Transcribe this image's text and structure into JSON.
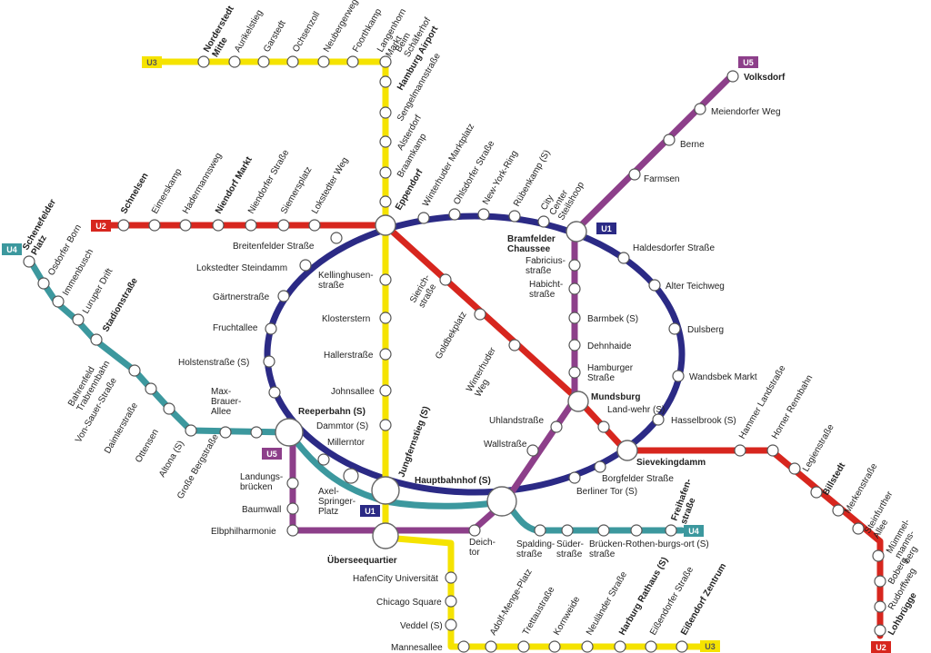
{
  "map": {
    "lines": [
      {
        "id": "U1",
        "color": "#2b2a85",
        "badge_text": "#ffffff"
      },
      {
        "id": "U2",
        "color": "#d7261e",
        "badge_text": "#ffffff"
      },
      {
        "id": "U3",
        "color": "#f5e300",
        "badge_text": "#555555"
      },
      {
        "id": "U4",
        "color": "#3c989e",
        "badge_text": "#ffffff"
      },
      {
        "id": "U5",
        "color": "#8d3f8a",
        "badge_text": "#ffffff"
      }
    ],
    "stations": {
      "norderstedt_mitte": "Norderstedt Mitte",
      "aurikelstieg": "Aurikelstieg",
      "garstedt": "Garstedt",
      "ochsenzoll": "Ochsenzoll",
      "neubergerweg": "Neubergerweg",
      "foorthkamp": "Foorthkamp",
      "langenhorn_markt": "Langenhorn Markt",
      "beim_schaeferhof": "Beim Schäferhof",
      "hamburg_airport": "Hamburg Airport",
      "sengelmannstrasse": "Sengelmannstraße",
      "alsterdorf": "Alsterdorf",
      "braamkamp": "Braamkamp",
      "eppendorf": "Eppendorf",
      "schnelsen": "Schnelsen",
      "eimerskamp": "Eimerskamp",
      "hadermannsweg": "Hadermannsweg",
      "niendorf_markt": "Niendorf Markt",
      "niendorfer_strasse": "Niendorfer Straße",
      "siemersplatz": "Siemersplatz",
      "lokstedter_weg": "Lokstedter Weg",
      "winterhuder_marktplatz": "Winterhuder Marktplatz",
      "ohlsdorfer_strasse": "Ohlsdorfer Straße",
      "new_york_ring": "New-York-Ring",
      "ruebenkamp": "Rübenkamp (S)",
      "city_center_steilshoop": "City Center Steilshoop",
      "bramfelder_chaussee": "Bramfelder Chaussee",
      "volksdorf": "Volksdorf",
      "meiendorfer_weg": "Meiendorfer Weg",
      "berne": "Berne",
      "farmsen": "Farmsen",
      "haldesdorfer_strasse": "Haldesdorfer Straße",
      "alter_teichweg": "Alter Teichweg",
      "dulsberg": "Dulsberg",
      "wandsbek_markt": "Wandsbek Markt",
      "fabriciusstrasse": "Fabricius-straße",
      "habichtstrasse": "Habicht-straße",
      "barmbek": "Barmbek (S)",
      "dehnhaide": "Dehnhaide",
      "hamburger_strasse": "Hamburger Straße",
      "mundsburg": "Mundsburg",
      "landwehr": "Land-wehr (S)",
      "hasselbrook": "Hasselbrook (S)",
      "hammer_landstrasse": "Hammer Landstraße",
      "horner_rennbahn": "Horner Rennbahn",
      "legienstrasse": "Legienstraße",
      "billstedt": "Billstedt",
      "merkenstrasse": "Merkenstraße",
      "steinfurther_allee": "Steinfurther Allee",
      "muemmelmannsberg": "Mümmel-manns-berg",
      "boberg": "Boberg",
      "rudorffweg": "Rudorffweg",
      "lohbruegge": "Lohbrügge",
      "sievekingdamm": "Sievekingdamm",
      "borgfelder_strasse": "Borgfelder Straße",
      "berliner_tor": "Berliner Tor (S)",
      "uhlandstrasse": "Uhlandstraße",
      "wallstrasse": "Wallstraße",
      "winterhuder_weg": "Winterhuder Weg",
      "goldbekplatz": "Goldbekplatz",
      "sierichstrasse": "Sierich-straße",
      "kellinghusenstrasse": "Kellinghusen-straße",
      "klosterstern": "Klosterstern",
      "hallerstrasse": "Hallerstraße",
      "johnsallee": "Johnsallee",
      "dammtor": "Dammtor (S)",
      "breitenfelder_strasse": "Breitenfelder Straße",
      "lokstedter_steindamm": "Lokstedter Steindamm",
      "gaertnerstrasse": "Gärtnerstraße",
      "fruchtallee": "Fruchtallee",
      "holstenstrasse": "Holstenstraße (S)",
      "max_brauer_allee": "Max-Brauer-Allee",
      "schenefelder_platz": "Schenefelder Platz",
      "osdorfer_born": "Osdorfer Born",
      "immenbusch": "Immenbusch",
      "luruper_drift": "Luruper Drift",
      "stadionstrasse": "Stadionstraße",
      "bahrenfeld_trabrennbahn": "Bahrenfeld Trabrennbahn",
      "von_sauer_strasse": "Von-Sauer-Straße",
      "daimlerstrasse": "Daimlerstraße",
      "ottensen": "Ottensen",
      "altona": "Altona (S)",
      "grosse_bergstrasse": "Große Bergstraße",
      "reeperbahn": "Reeperbahn (S)",
      "millerntor": "Millerntor",
      "landungsbruecken": "Landungs-brücken",
      "baumwall": "Baumwall",
      "elbphilharmonie": "Elbphilharmonie",
      "axel_springer_platz": "Axel-Springer-Platz",
      "jungfernstieg": "Jungfernstieg (S)",
      "hauptbahnhof": "Hauptbahnhof (S)",
      "ueberseequartier": "Überseequartier",
      "hafencity_universitaet": "HafenCity Universität",
      "chicago_square": "Chicago Square",
      "veddel": "Veddel (S)",
      "mannesallee": "Mannesallee",
      "adolf_menge_platz": "Adolf-Menge-Platz",
      "trettaustrasse": "Trettaustraße",
      "kornweide": "Kornweide",
      "neulaender_strasse": "Neuländer Straße",
      "harburg_rathaus": "Harburg Rathaus (S)",
      "eissendorfer_strasse": "Eißendorfer Straße",
      "eissendorf_zentrum": "Eißendorf Zentrum",
      "deichtor": "Deich-tor",
      "spaldingstrasse": "Spalding-straße",
      "suederstrasse": "Süder-straße",
      "brueckenstrasse": "Brücken-straße",
      "rothenburgsort": "Rothen-burgs-ort (S)",
      "freihafenstrasse": "Freihafen-straße"
    }
  }
}
